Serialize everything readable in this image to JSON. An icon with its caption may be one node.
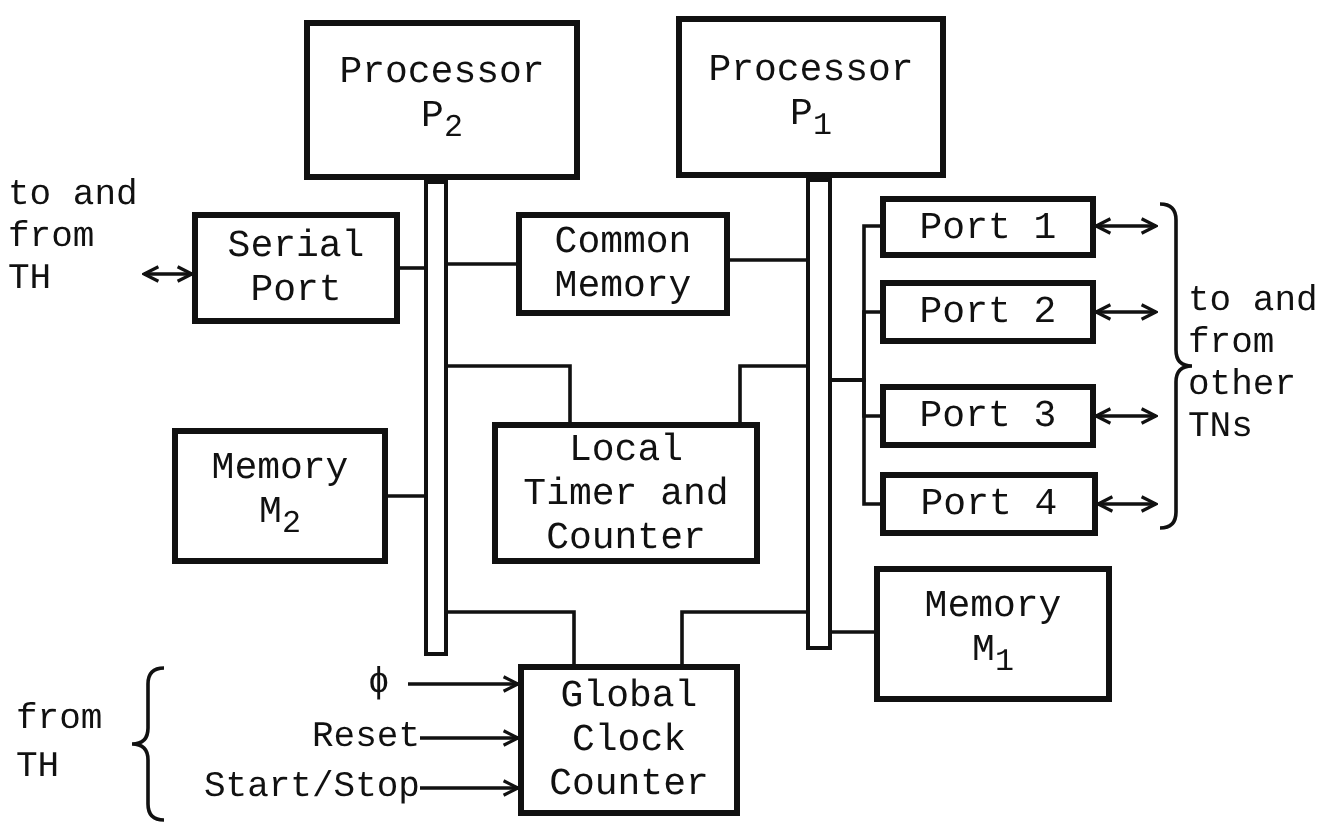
{
  "diagram": {
    "nodes": [
      {
        "text": [
          "Processor P$_{2}$"
        ]
      },
      {
        "text": [
          "Processor P$_{1}$"
        ]
      },
      {
        "text": [],
        "shape": "bar"
      },
      {
        "text": [],
        "shape": "bar"
      },
      {
        "text": [
          "Serial Port"
        ]
      },
      {
        "text": [
          "Common Memory"
        ]
      },
      {
        "text": [
          "Port 1"
        ]
      },
      {
        "text": [
          "Port 2"
        ]
      },
      {
        "text": [
          "Port 3"
        ]
      },
      {
        "text": [
          "Port 4"
        ]
      },
      {
        "text": [
          "Memory M$_{2}$"
        ]
      },
      {
        "text": [
          "Local Timer and Counter"
        ]
      },
      {
        "text": [
          "Memory M$_{1}$"
        ]
      },
      {
        "text": [
          "Global Clock Counter"
        ]
      },
      {
        "text": [
          "to and from TH"
        ]
      },
      {
        "text": [
          "to and from other TNs"
        ]
      },
      {
        "text": [
          "ϕ"
        ]
      },
      {
        "text": [
          "Reset"
        ]
      },
      {
        "text": [
          "Start/Stop"
        ]
      }
    ],
    "edges": [
      {
        "from": 4,
        "to": 2,
        "arrow": "none"
      },
      {
        "from": 5,
        "to": 2,
        "arrow": "none"
      },
      {
        "from": 5,
        "to": 3,
        "arrow": "none"
      },
      {
        "from": 10,
        "to": 2,
        "arrow": "none"
      },
      {
        "from": 11,
        "to": 2,
        "arrow": "none"
      },
      {
        "from": 11,
        "to": 3,
        "arrow": "none"
      },
      {
        "from": 13,
        "to": 2,
        "arrow": "none"
      },
      {
        "from": 13,
        "to": 3,
        "arrow": "none"
      },
      {
        "from": 3,
        "to": 6,
        "arrow": "none"
      },
      {
        "from": 3,
        "to": 7,
        "arrow": "none"
      },
      {
        "from": 3,
        "to": 8,
        "arrow": "none"
      },
      {
        "from": 3,
        "to": 9,
        "arrow": "none"
      },
      {
        "from": 12,
        "to": 3,
        "arrow": "none"
      },
      {
        "from": 6,
        "to": 15,
        "arrow": "both"
      },
      {
        "from": 7,
        "to": 15,
        "arrow": "both"
      },
      {
        "from": 8,
        "to": 15,
        "arrow": "both"
      },
      {
        "from": 9,
        "to": 15,
        "arrow": "both"
      },
      {
        "from": 14,
        "to": 4,
        "arrow": "both"
      },
      {
        "from": 16,
        "to": 13,
        "arrow": "to"
      },
      {
        "from": 17,
        "to": 13,
        "arrow": "to"
      },
      {
        "from": 18,
        "to": 13,
        "arrow": "to"
      }
    ],
    "labels": [
      "from TH"
    ]
  }
}
